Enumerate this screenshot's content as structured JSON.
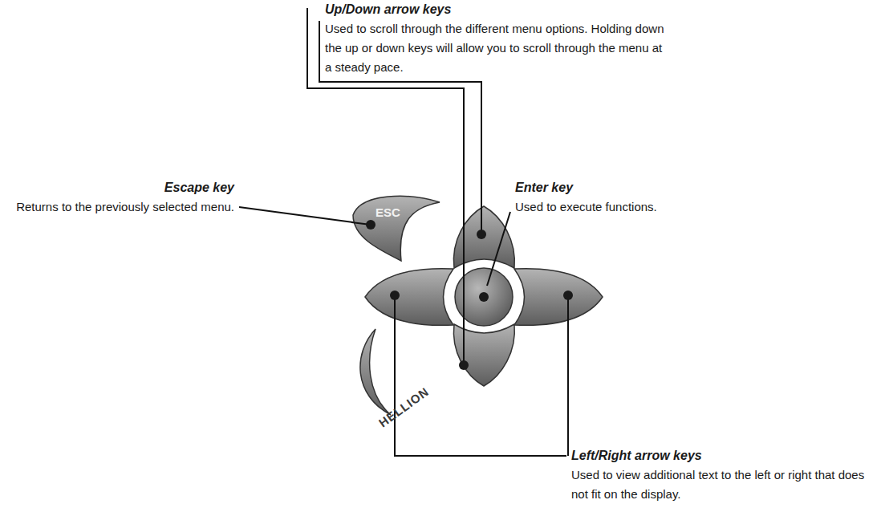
{
  "diagram": {
    "nodes": [
      {
        "text": [
          "ESC"
        ]
      }
    ],
    "labels": [
      "Up/Down arrow keys",
      "Used to scroll through the different menu options. Holding down the up or down keys will allow you to scroll through the menu at a steady pace.",
      "Escape key",
      "Returns to the previously selected menu.",
      "Enter key",
      "Used to execute functions.",
      "Left/Right arrow keys",
      "Used to view additional text to the left or right that does not fit on the display.",
      "HELLION"
    ]
  }
}
